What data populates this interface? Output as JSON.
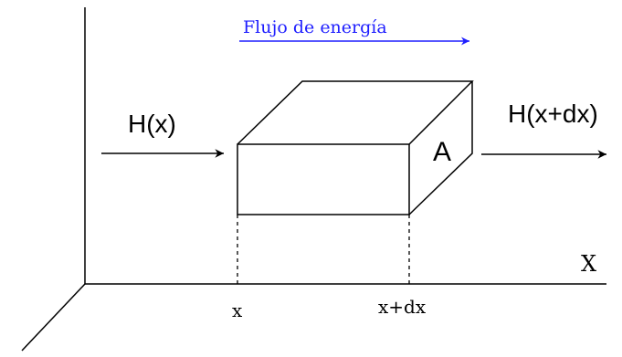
{
  "diagram": {
    "flow_label": "Flujo de energía",
    "left_flux_label": "H(x)",
    "right_flux_label": "H(x+dx)",
    "area_label": "A",
    "axis_label": "X",
    "x_label": "x",
    "x_dx_label": "x+dx",
    "colors": {
      "flow": "#1f1fff",
      "lines": "#000000",
      "background": "#ffffff"
    }
  }
}
